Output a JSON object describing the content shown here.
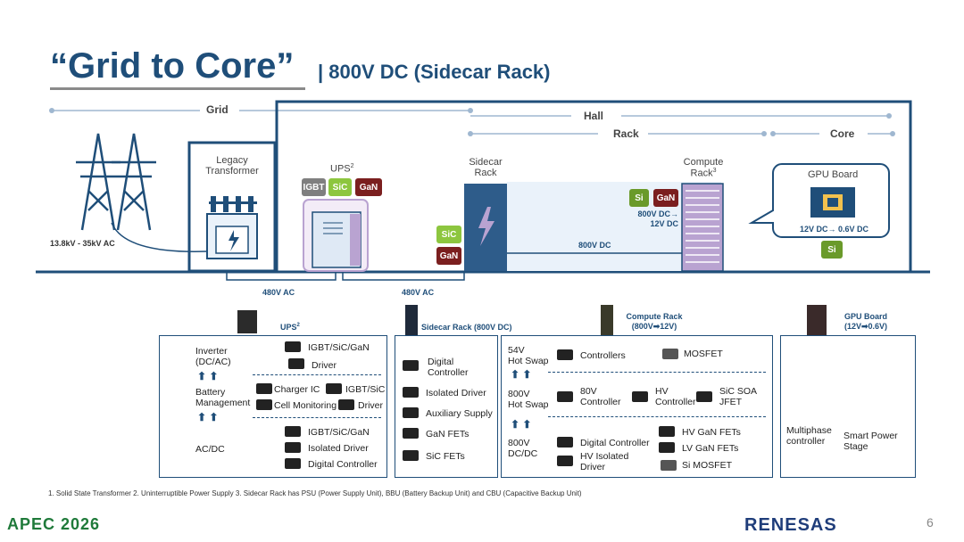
{
  "title": {
    "main": "“Grid to Core”",
    "sub": "| 800V DC (Sidecar Rack)"
  },
  "zones": {
    "grid": "Grid",
    "hall": "Hall",
    "rack": "Rack",
    "core": "Core"
  },
  "diagram": {
    "grid_voltage": "13.8kV - 35kV AC",
    "legacy_transformer": [
      "Legacy",
      "Transformer"
    ],
    "ups_label": "UPS",
    "ups_sup": "2",
    "ups_chips": [
      "IGBT",
      "SiC",
      "GaN"
    ],
    "sidecar_label": [
      "Sidecar",
      "Rack"
    ],
    "sidecar_chips": [
      "SiC",
      "GaN"
    ],
    "compute_label": [
      "Compute",
      "Rack"
    ],
    "compute_sup": "3",
    "compute_chips": [
      "Si",
      "GaN"
    ],
    "compute_conv": [
      "800V DC→",
      "12V DC"
    ],
    "bus_800": "800V DC",
    "ac480_a": "480V AC",
    "ac480_b": "480V AC",
    "gpu_board": "GPU Board",
    "gpu_conv": "12V DC→ 0.6V DC",
    "gpu_chip": "Si"
  },
  "panels": {
    "ups": {
      "title": "UPS",
      "sup": "2",
      "rows": [
        {
          "label": [
            "Inverter",
            "(DC/AC)"
          ],
          "items": [
            "IGBT/SiC/GaN",
            "Driver"
          ]
        },
        {
          "label": [
            "Battery",
            "Management"
          ],
          "items": [
            "Charger IC",
            "IGBT/SiC",
            "Cell Monitoring",
            "Driver"
          ]
        },
        {
          "label": [
            "AC/DC"
          ],
          "items": [
            "IGBT/SiC/GaN",
            "Isolated Driver",
            "Digital  Controller"
          ]
        }
      ]
    },
    "sidecar": {
      "title": "Sidecar Rack (800V DC)",
      "items": [
        "Digital",
        "Controller",
        "Isolated Driver",
        "Auxiliary Supply",
        "GaN FETs",
        "SiC FETs"
      ]
    },
    "compute": {
      "title": [
        "Compute Rack",
        "(800V➡12V)"
      ],
      "rows": [
        {
          "label": [
            "54V",
            "Hot Swap"
          ],
          "items": [
            "Controllers",
            "MOSFET"
          ]
        },
        {
          "label": [
            "800V",
            "Hot Swap"
          ],
          "items": [
            "80V",
            "Controller",
            "HV",
            "Controller",
            "SiC SOA",
            "JFET"
          ]
        },
        {
          "label": [
            "800V",
            "DC/DC"
          ],
          "items": [
            "Digital Controller",
            "HV Isolated",
            "Driver",
            "HV GaN FETs",
            "LV GaN FETs",
            "Si MOSFET"
          ]
        }
      ]
    },
    "gpu": {
      "title": [
        "GPU Board",
        "(12V➡0.6V)"
      ],
      "items": [
        "Multiphase",
        "controller",
        "Smart Power",
        "Stage"
      ],
      "chip_logo": "RENESAS"
    }
  },
  "footnote": "1. Solid State Transformer    2. Uninterruptible Power Supply    3. Sidecar Rack has PSU (Power Supply Unit), BBU (Battery Backup Unit) and CBU (Capacitive Backup Unit)",
  "footer": {
    "event": "APEC 2026",
    "brand": "RENESAS",
    "page": "6"
  },
  "colors": {
    "navy": "#1f4e79",
    "sic": "#8dc63f",
    "gan": "#7b1f1f",
    "igbt": "#7f7f7f",
    "rack_blue": "#2e5c8a"
  }
}
